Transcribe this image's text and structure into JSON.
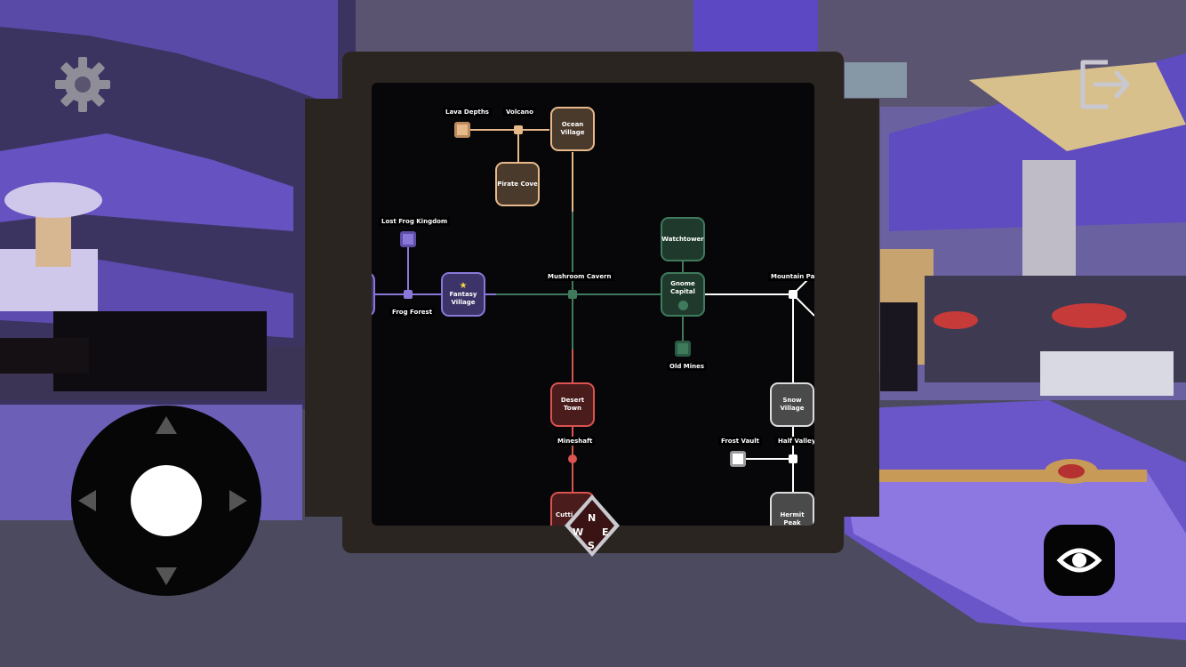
{
  "hud": {
    "settings_icon": "gear-icon",
    "exit_icon": "exit-icon",
    "view_icon": "eye-icon"
  },
  "joystick": {
    "up": "up-arrow-icon",
    "down": "down-arrow-icon",
    "left": "left-arrow-icon",
    "right": "right-arrow-icon"
  },
  "map": {
    "nodes": {
      "ocean_village": "Ocean Village",
      "pirate_cove": "Pirate Cove",
      "fantasy_village": "Fantasy\nVillage",
      "watchtower": "Watchtower",
      "gnome_capital": "Gnome\nCapital",
      "desert_town": "Desert Town",
      "snow_village": "Snow Village",
      "hermit_peak": "Hermit Peak",
      "cutting_partial": "Cutti"
    },
    "labels": {
      "lava_depths": "Lava Depths",
      "volcano": "Volcano",
      "lost_frog_kingdom": "Lost Frog Kingdom",
      "frog_forest": "Frog Forest",
      "mushroom_cavern": "Mushroom Cavern",
      "mountain_pass": "Mountain Pass",
      "old_mines": "Old Mines",
      "mineshaft": "Mineshaft",
      "frost_vault": "Frost Vault",
      "half_valley": "Half Valley"
    },
    "colors": {
      "volcano_region": "#e7b98a",
      "frog_region": "#8a78d8",
      "cavern_region": "#3f7a5c",
      "desert_region": "#d9534f",
      "snow_region": "#ffffff"
    }
  },
  "compass": {
    "n": "N",
    "e": "E",
    "s": "S",
    "w": "W"
  }
}
